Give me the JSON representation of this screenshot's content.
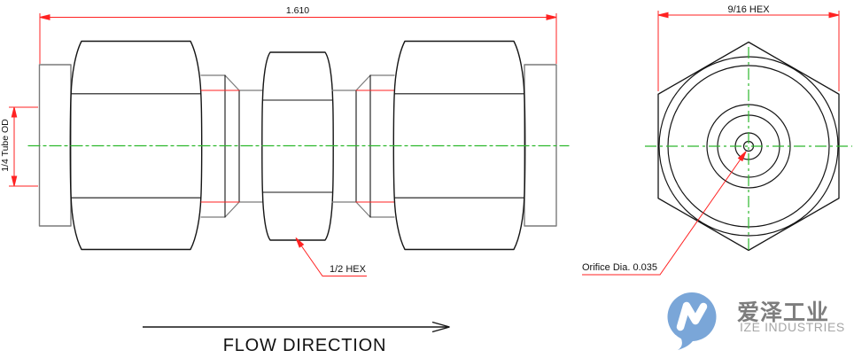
{
  "drawing": {
    "side_view": {
      "dim_overall_length": "1.610",
      "dim_tube_od": "1/4 Tube OD",
      "callout_center_hex": "1/2 HEX"
    },
    "end_view": {
      "dim_hex": "9/16 HEX",
      "callout_orifice": "Orifice Dia. 0.035"
    },
    "flow_label": "FLOW DIRECTION"
  },
  "logo": {
    "name_cn": "爱泽工业",
    "name_en": "IZE INDUSTRIES"
  },
  "colors": {
    "dimension_red": "#ff2222",
    "centerline_green": "#2db82d",
    "outline_black": "#151515",
    "outline_gray": "#7a7a7a",
    "logo_blue": "#7aa6d8",
    "logo_text_gray": "#7d7d7d",
    "logo_text_light_gray": "#a6a6a6"
  }
}
